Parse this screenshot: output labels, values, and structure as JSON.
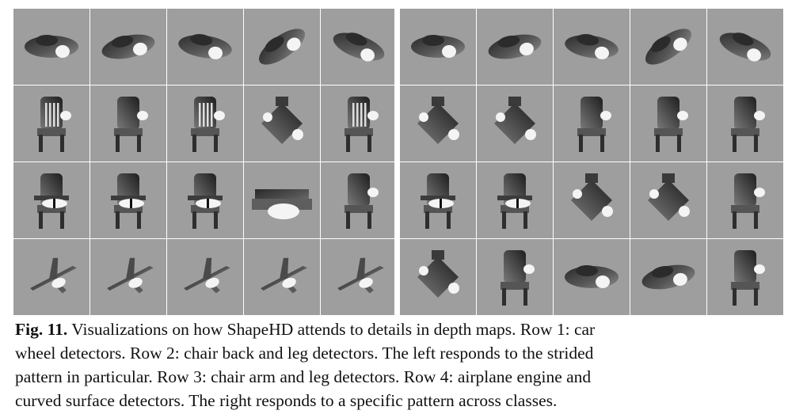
{
  "figure": {
    "rows": [
      {
        "left": [
          "car",
          "car",
          "car",
          "car",
          "car"
        ],
        "right": [
          "car",
          "car",
          "car",
          "car",
          "car"
        ]
      },
      {
        "left": [
          "chair-slat",
          "chair",
          "chair-slat",
          "chair-top",
          "chair-slat"
        ],
        "right": [
          "chair-top",
          "chair-top",
          "chair",
          "chair",
          "chair"
        ]
      },
      {
        "left": [
          "chair-arm",
          "chair-arm",
          "chair-arm",
          "sofa",
          "chair"
        ],
        "right": [
          "chair-arm",
          "chair-arm",
          "chair-top",
          "chair-top",
          "chair"
        ]
      },
      {
        "left": [
          "plane",
          "plane",
          "plane",
          "plane",
          "plane"
        ],
        "right": [
          "chair-top",
          "chair",
          "car",
          "car",
          "chair"
        ]
      }
    ],
    "colors": {
      "tile_bg": "#9e9e9e",
      "grid_line": "#ffffff",
      "object_dark": "#333333",
      "highlight": "#f4f4f4"
    }
  },
  "caption": {
    "label": "Fig. 11.",
    "lines": [
      " Visualizations on how ShapeHD attends to details in depth maps. Row 1: car",
      "wheel detectors. Row 2: chair back and leg detectors. The left responds to the strided",
      "pattern in particular. Row 3: chair arm and leg detectors. Row 4: airplane engine and",
      "curved surface detectors. The right responds to a specific pattern across classes."
    ]
  }
}
